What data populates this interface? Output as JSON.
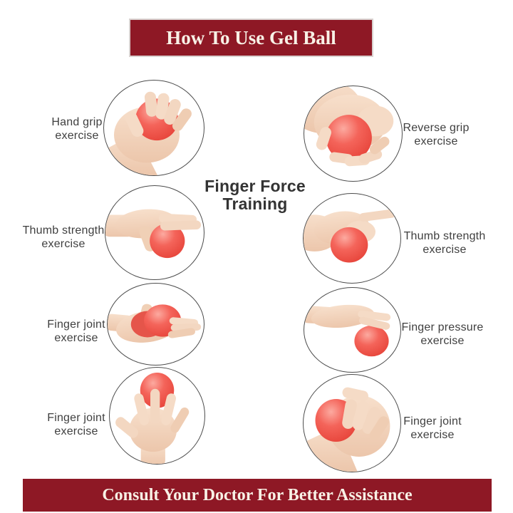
{
  "title_banner": {
    "text": "How To Use Gel Ball"
  },
  "center_caption": {
    "line1": "Finger Force",
    "line2": "Training"
  },
  "footer_banner": {
    "text": "Consult Your Doctor For Better Assistance"
  },
  "colors": {
    "banner_red": "#8e1825",
    "banner_text": "#f8f1e6",
    "ball_red": "#f4564d",
    "skin": "#f3d7c1",
    "label_text": "#3f3f3f",
    "circle_border": "#4c4c4c"
  },
  "exercises": [
    {
      "id": "hand-grip",
      "line1": "Hand grip",
      "line2": "exercise",
      "label_side": "left"
    },
    {
      "id": "reverse-grip",
      "line1": "Reverse grip",
      "line2": "exercise",
      "label_side": "right"
    },
    {
      "id": "thumb-strength-l",
      "line1": "Thumb strength",
      "line2": "exercise",
      "label_side": "left"
    },
    {
      "id": "thumb-strength-r",
      "line1": "Thumb strength",
      "line2": "exercise",
      "label_side": "right"
    },
    {
      "id": "finger-joint-l3",
      "line1": "Finger joint",
      "line2": "exercise",
      "label_side": "left"
    },
    {
      "id": "finger-pressure",
      "line1": "Finger pressure",
      "line2": "exercise",
      "label_side": "right"
    },
    {
      "id": "finger-joint-l4",
      "line1": "Finger joint",
      "line2": "exercise",
      "label_side": "left"
    },
    {
      "id": "finger-joint-r4",
      "line1": "Finger joint",
      "line2": "exercise",
      "label_side": "right"
    }
  ]
}
